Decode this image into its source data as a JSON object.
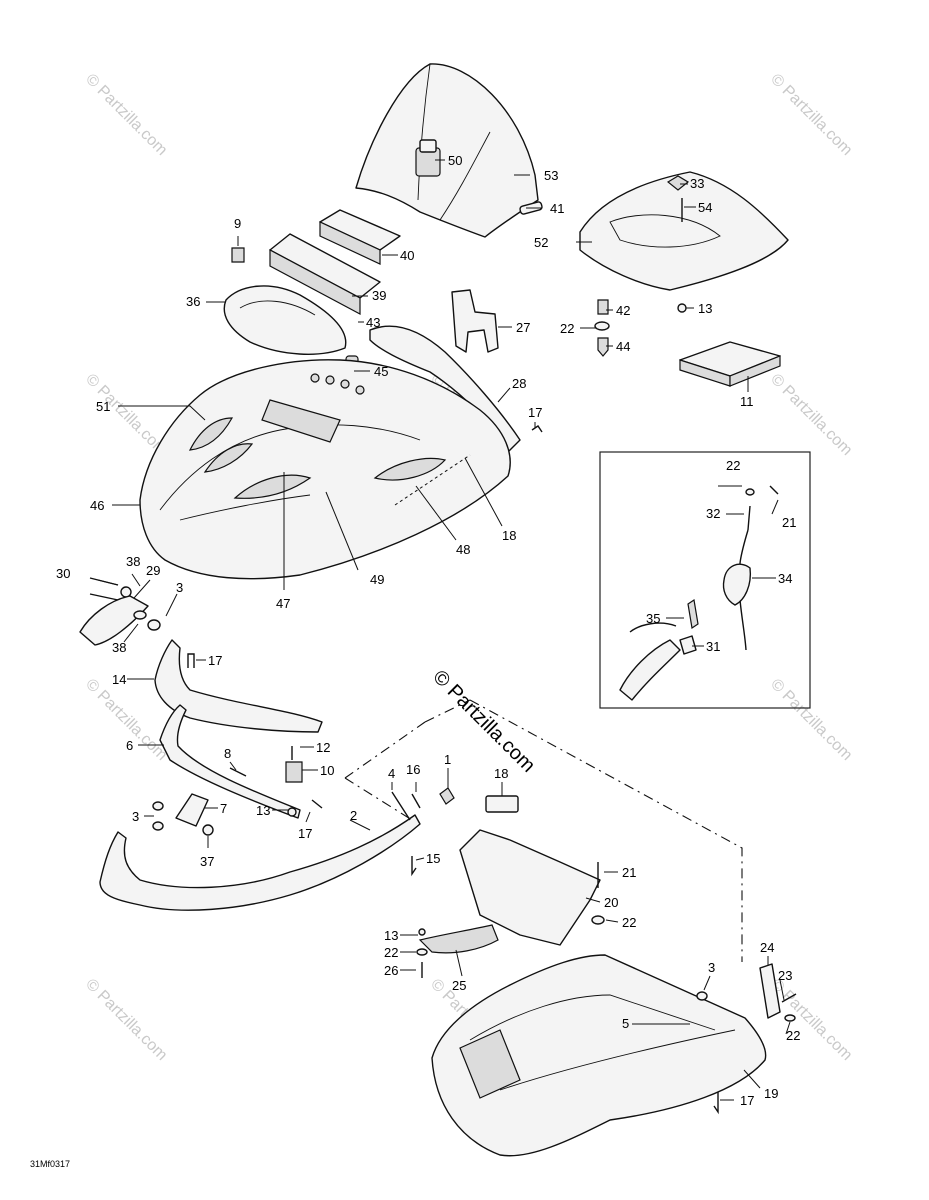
{
  "diagram_code": "31Mf0317",
  "watermark": "© Partzilla.com",
  "center_watermark": "© Partzilla.com",
  "callouts": {
    "c1": "1",
    "c2": "2",
    "c3": "3",
    "c4": "4",
    "c5": "5",
    "c6": "6",
    "c7": "7",
    "c8": "8",
    "c9": "9",
    "c10": "10",
    "c11": "11",
    "c12": "12",
    "c13": "13",
    "c14": "14",
    "c15": "15",
    "c16": "16",
    "c17": "17",
    "c18": "18",
    "c19": "19",
    "c20": "20",
    "c21": "21",
    "c22": "22",
    "c23": "23",
    "c24": "24",
    "c25": "25",
    "c26": "26",
    "c27": "27",
    "c28": "28",
    "c29": "29",
    "c30": "30",
    "c31": "31",
    "c32": "32",
    "c33": "33",
    "c34": "34",
    "c35": "35",
    "c36": "36",
    "c37": "37",
    "c38": "38",
    "c39": "39",
    "c40": "40",
    "c41": "41",
    "c42": "42",
    "c43": "43",
    "c44": "44",
    "c45": "45",
    "c46": "46",
    "c47": "47",
    "c48": "48",
    "c49": "49",
    "c50": "50",
    "c51": "51",
    "c52": "52",
    "c53": "53",
    "c54": "54"
  }
}
